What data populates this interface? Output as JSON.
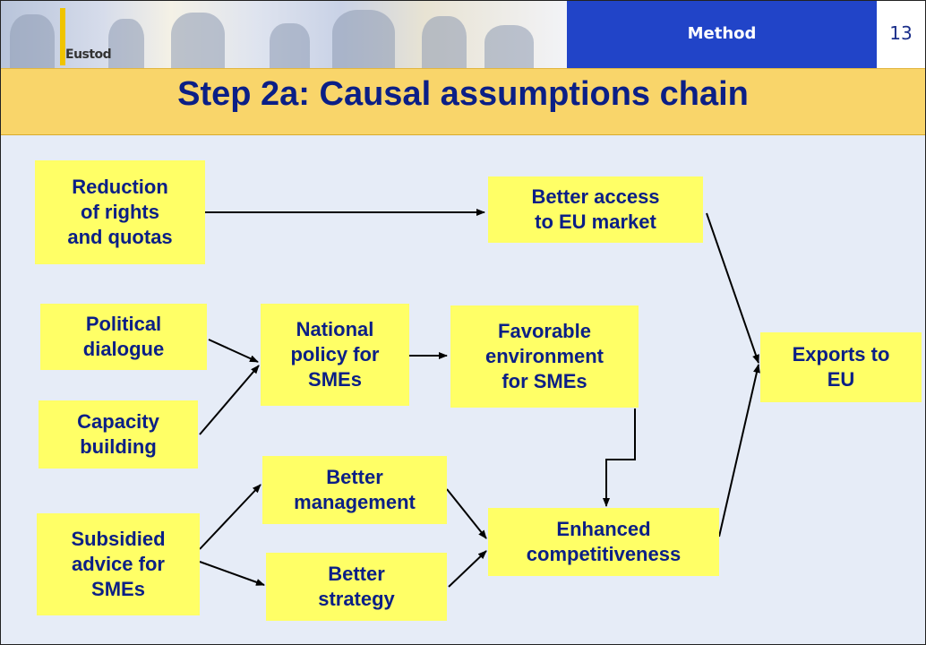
{
  "header": {
    "section_label": "Method",
    "page_number": "13",
    "logo_text": "Eustod"
  },
  "title": "Step 2a: Causal assumptions chain",
  "diagram": {
    "nodes": {
      "reduction": "Reduction\nof rights\nand quotas",
      "better_access": "Better access\nto EU market",
      "political": "Political\ndialogue",
      "capacity": "Capacity\nbuilding",
      "national_policy": "National\npolicy for\nSMEs",
      "favorable_env": "Favorable\nenvironment\nfor SMEs",
      "exports": "Exports to\nEU",
      "subsidied": "Subsidied\nadvice for\nSMEs",
      "better_management": "Better\nmanagement",
      "better_strategy": "Better\nstrategy",
      "enhanced": "Enhanced\ncompetitiveness"
    },
    "edges": [
      {
        "from": "reduction",
        "to": "better_access"
      },
      {
        "from": "better_access",
        "to": "exports"
      },
      {
        "from": "political",
        "to": "national_policy"
      },
      {
        "from": "capacity",
        "to": "national_policy"
      },
      {
        "from": "national_policy",
        "to": "favorable_env"
      },
      {
        "from": "favorable_env",
        "to": "enhanced"
      },
      {
        "from": "subsidied",
        "to": "better_management"
      },
      {
        "from": "subsidied",
        "to": "better_strategy"
      },
      {
        "from": "better_management",
        "to": "enhanced"
      },
      {
        "from": "better_strategy",
        "to": "enhanced"
      },
      {
        "from": "enhanced",
        "to": "exports"
      }
    ]
  },
  "colors": {
    "box_fill": "#ffff66",
    "text": "#0b1f86",
    "title_band": "#f9d56a",
    "section_tab": "#2144c8",
    "background": "#e6ecf7"
  }
}
